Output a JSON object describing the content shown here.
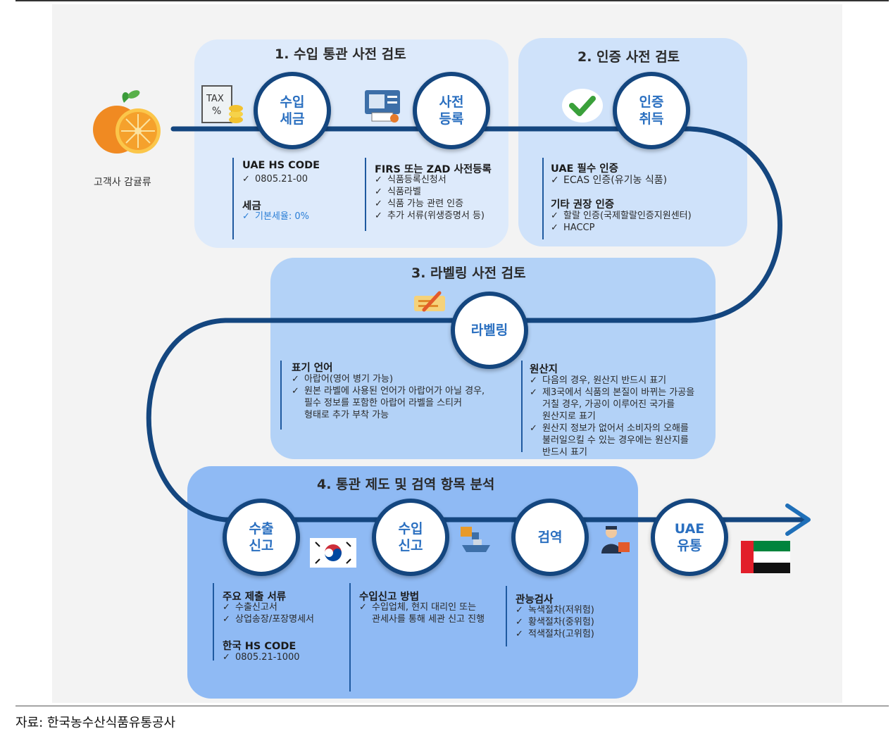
{
  "source": "자료:  한국농수산식품유통공사",
  "orange_label": "고객사 감귤류",
  "sections": {
    "s1": {
      "title": "1. 수입 통관 사전 검토",
      "circle_a": "수입\n세금",
      "circle_b": "사전\n등록",
      "hs_head": "UAE HS CODE",
      "hs_items": [
        "0805.21-00"
      ],
      "tax_head": "세금",
      "tax_items": [
        "기본세율: 0%"
      ],
      "reg_head": "FIRS 또는 ZAD 사전등록",
      "reg_items": [
        "식품등록신청서",
        "식품라벨",
        "식품 가능 관련 인증",
        "추가 서류(위생증명서 등)"
      ]
    },
    "s2": {
      "title": "2. 인증 사전 검토",
      "circle": "인증\n취득",
      "req_head": "UAE 필수 인증",
      "req_items": [
        "ECAS 인증(유기농 식품)"
      ],
      "rec_head": "기타 권장 인증",
      "rec_items": [
        "할랄 인증(국제할랄인증지원센터)",
        "HACCP"
      ]
    },
    "s3": {
      "title": "3. 라벨링 사전 검토",
      "circle": "라벨링",
      "lang_head": "표기 언어",
      "lang_items": [
        "아랍어(영어 병기 가능)",
        "원본 라벨에 사용된 언어가 아랍어가 아닐 경우,",
        "필수 정보를 포함한 아랍어 라벨을 스티커",
        "형태로 추가 부착 가능"
      ],
      "origin_head": "원산지",
      "origin_items": [
        "다음의 경우, 원산지 반드시 표기",
        "제3국에서 식품의 본질이 바뀌는 가공을",
        "거칠 경우, 가공이 이루어진 국가를",
        "원산지로 표기",
        "원산지 정보가 없어서 소비자의 오해를",
        "불러일으킬 수 있는 경우에는 원산지를",
        "반드시 표기"
      ]
    },
    "s4": {
      "title": "4. 통관 제도 및 검역 항목 분석",
      "circle_a": "수출\n신고",
      "circle_b": "수입\n신고",
      "circle_c": "검역",
      "circle_d": "UAE\n유통",
      "docs_head": "주요 제출 서류",
      "docs_items": [
        "수출신고서",
        "상업송장/포장명세서"
      ],
      "kr_hs_head": "한국 HS CODE",
      "kr_hs_items": [
        "0805.21-1000"
      ],
      "method_head": "수입신고 방법",
      "method_items": [
        "수입업체, 현지 대리인 또는",
        "관세사를 통해 세관 신고 진행"
      ],
      "insp_head": "관능검사",
      "insp_items": [
        "녹색절차(저위험)",
        "황색절차(중위험)",
        "적색절차(고위험)"
      ]
    }
  },
  "colors": {
    "path": "#14467f",
    "circle_text": "#2a6fc0",
    "panel1": "#ddeafb",
    "panel2": "#cfe2fa",
    "panel3": "#b3d2f7",
    "panel4": "#8fbaf4"
  },
  "icons": [
    "orange-icon",
    "tax-icon",
    "registration-icon",
    "checkmark-icon",
    "labeling-icon",
    "korea-flag-icon",
    "cargo-ship-icon",
    "inspector-icon",
    "uae-flag-icon",
    "arrow-icon"
  ]
}
